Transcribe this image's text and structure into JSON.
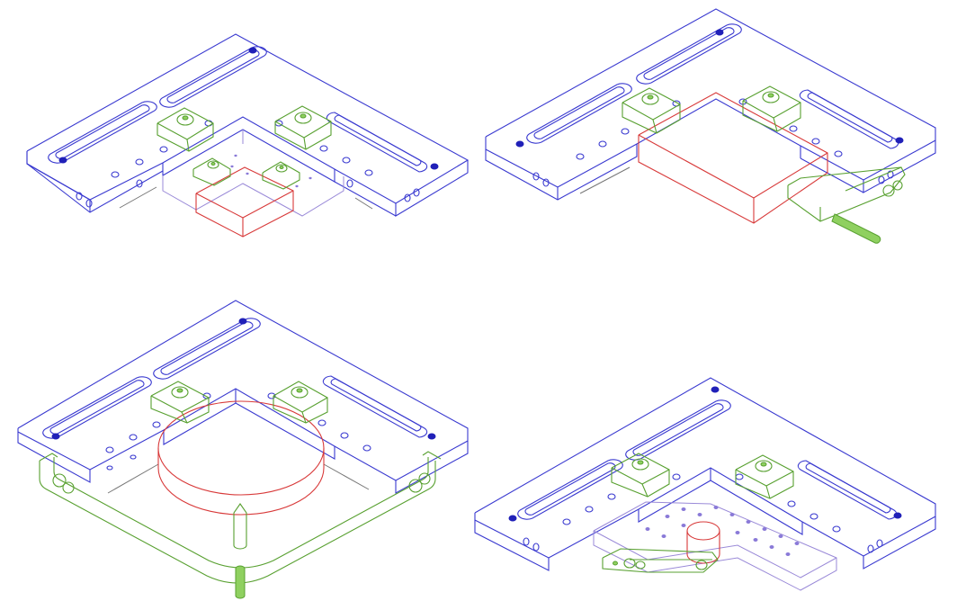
{
  "figure": {
    "panels": [
      {
        "id": "top-left",
        "workpiece": "rectangular-block",
        "clamps": [
          "t-slot-clamp",
          "t-slot-clamp",
          "small-clamp",
          "small-clamp"
        ]
      },
      {
        "id": "top-right",
        "workpiece": "rectangular-plate",
        "clamps": [
          "t-slot-clamp",
          "t-slot-clamp",
          "screw-clamp"
        ]
      },
      {
        "id": "bottom-left",
        "workpiece": "round-disc",
        "clamps": [
          "t-slot-clamp",
          "t-slot-clamp",
          "yoke-clamp"
        ]
      },
      {
        "id": "bottom-right",
        "workpiece": "cylinder",
        "clamps": [
          "t-slot-clamp",
          "t-slot-clamp",
          "lever-clamp"
        ]
      }
    ],
    "colors": {
      "fixture": "#3a3ad0",
      "workpiece": "#d83a3a",
      "clamp": "#58a030",
      "sub-plate": "#9a8ad8"
    }
  }
}
